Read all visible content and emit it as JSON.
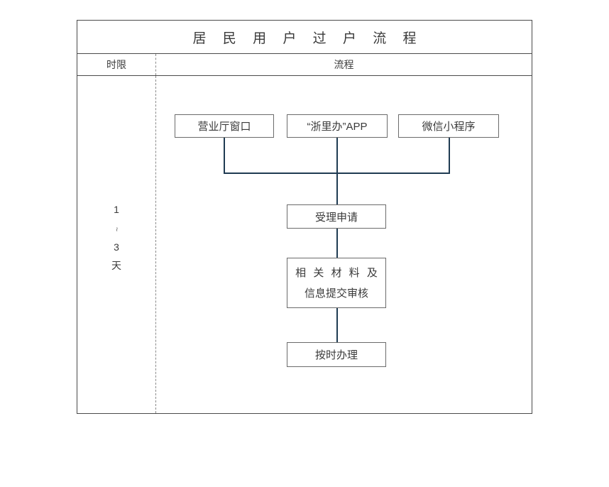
{
  "title": "居 民 用 户 过 户 流 程",
  "columns": {
    "left_header": "时限",
    "right_header": "流程"
  },
  "duration": {
    "value_start": "1",
    "range_mark": "~",
    "value_end": "3",
    "unit": "天"
  },
  "flow": {
    "channels": [
      {
        "id": "hall",
        "label": "营业厅窗口"
      },
      {
        "id": "app",
        "label": "“浙里办”APP"
      },
      {
        "id": "wechat",
        "label": "微信小程序"
      }
    ],
    "steps": [
      {
        "id": "accept",
        "label": "受理申请"
      },
      {
        "id": "review",
        "line1": "相 关 材 料 及",
        "line2": "信息提交审核"
      },
      {
        "id": "process",
        "label": "按时办理"
      }
    ]
  },
  "colors": {
    "frame": "#4a4a4a",
    "box_border": "#6b6b6b",
    "connector": "#1f3b52",
    "text": "#3a3a3a",
    "divider_dashed": "#8a8a8a",
    "background": "#ffffff"
  }
}
